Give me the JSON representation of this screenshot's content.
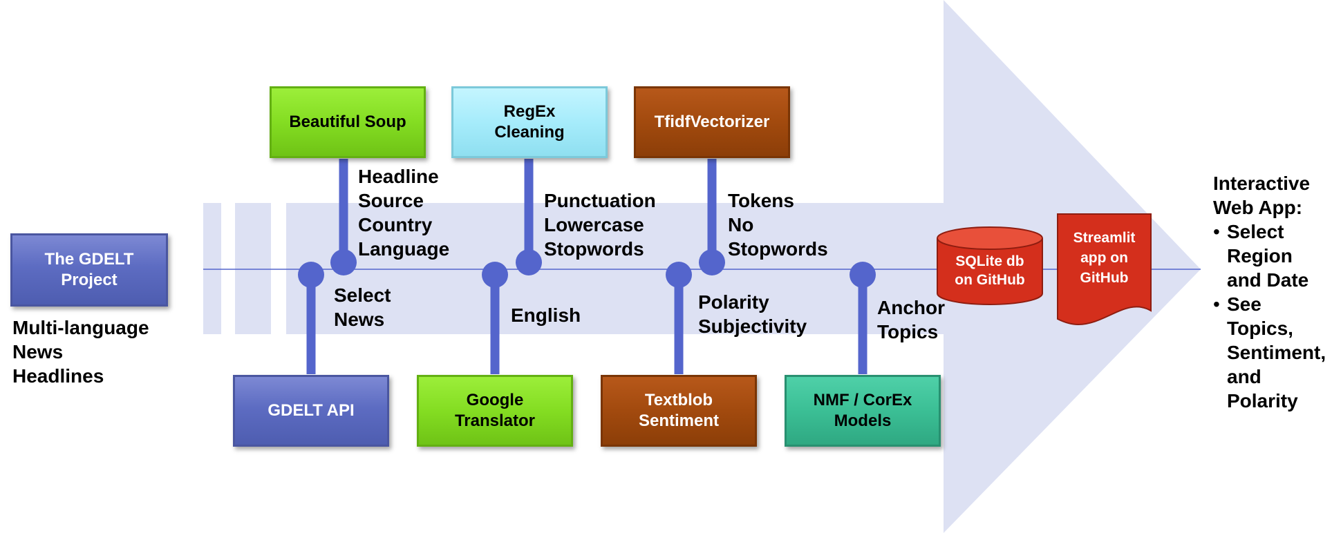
{
  "colors": {
    "arrow": "#dde1f3",
    "connector": "#5465cc",
    "blue_box": "#5d6cc2",
    "green_box": "#84dd22",
    "cyan_box": "#a6ecfb",
    "brown_box": "#a24a0e",
    "teal_box": "#3bbf95",
    "red_box": "#d42f1c"
  },
  "source": {
    "box_label": "The GDELT\nProject",
    "caption": "Multi-language\nNews\nHeadlines"
  },
  "top_tools": [
    {
      "label": "Beautiful Soup",
      "notes": "Headline\nSource\nCountry\nLanguage"
    },
    {
      "label": "RegEx\nCleaning",
      "notes": "Punctuation\nLowercase\nStopwords"
    },
    {
      "label": "TfidfVectorizer",
      "notes": "Tokens\nNo\nStopwords"
    }
  ],
  "bottom_tools": [
    {
      "label": "GDELT API",
      "notes": "Select\nNews"
    },
    {
      "label": "Google\nTranslator",
      "notes": "English"
    },
    {
      "label": "Textblob\nSentiment",
      "notes": "Polarity\nSubjectivity"
    },
    {
      "label": "NMF / CorEx\nModels",
      "notes": "Anchor\nTopics"
    }
  ],
  "outputs": {
    "database": "SQLite db\non GitHub",
    "app": "Streamlit\napp on\nGitHub"
  },
  "result": {
    "heading": "Interactive\nWeb App:",
    "bullets": [
      "Select\nRegion\nand Date",
      "See\nTopics,\nSentiment,\nand\nPolarity"
    ]
  }
}
